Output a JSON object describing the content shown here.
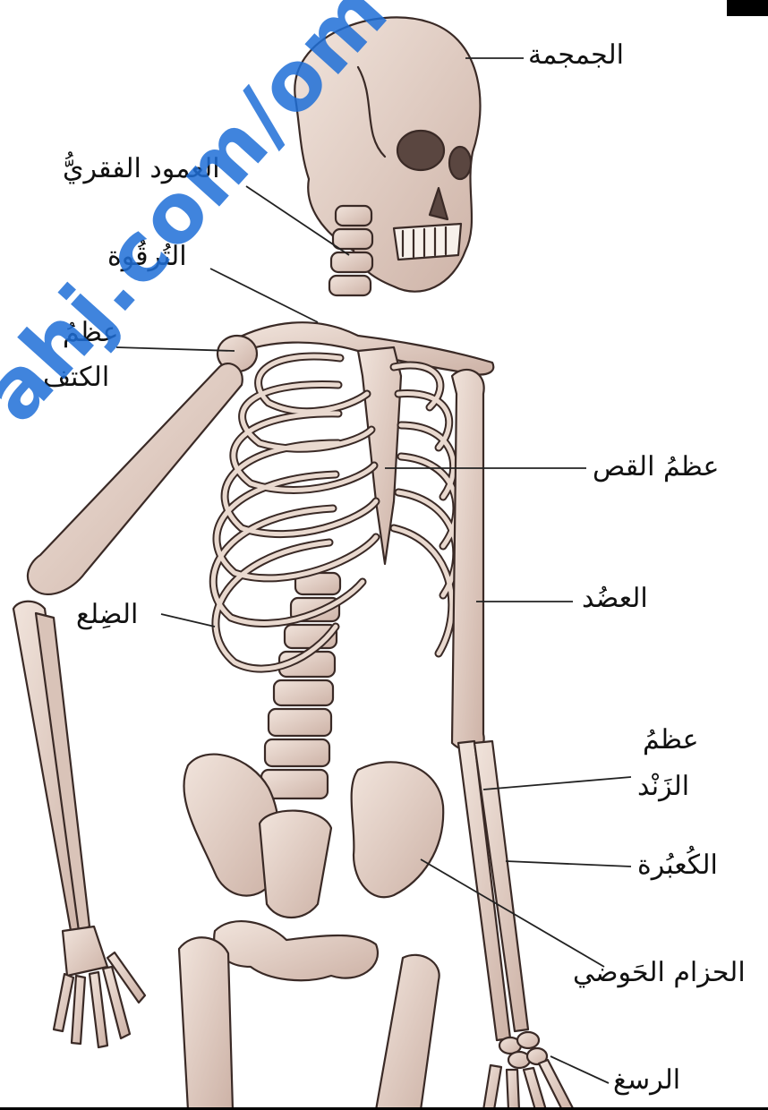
{
  "labels": {
    "skull": "الجمجمة",
    "spine": "العمود الفقريُّ",
    "clavicle": "التُرقُوة",
    "scapula_1": "عظمُ",
    "scapula_2": "الكتف",
    "sternum": "عظمُ القص",
    "humerus": "العضُد",
    "rib": "الضِلع",
    "ulna_1": "عظمُ",
    "ulna_2": "الزَنْد",
    "radius": "الكُعبُرة",
    "pelvis": "الحزام الحَوضي",
    "wrist": "الرسغ"
  },
  "watermark": "ahj.com/om",
  "colors": {
    "bone": "#e7d6cd",
    "bone_shadow": "#b89c90",
    "outline": "#3a2a26",
    "leader": "#222222",
    "watermark": "#1e6ed7"
  }
}
